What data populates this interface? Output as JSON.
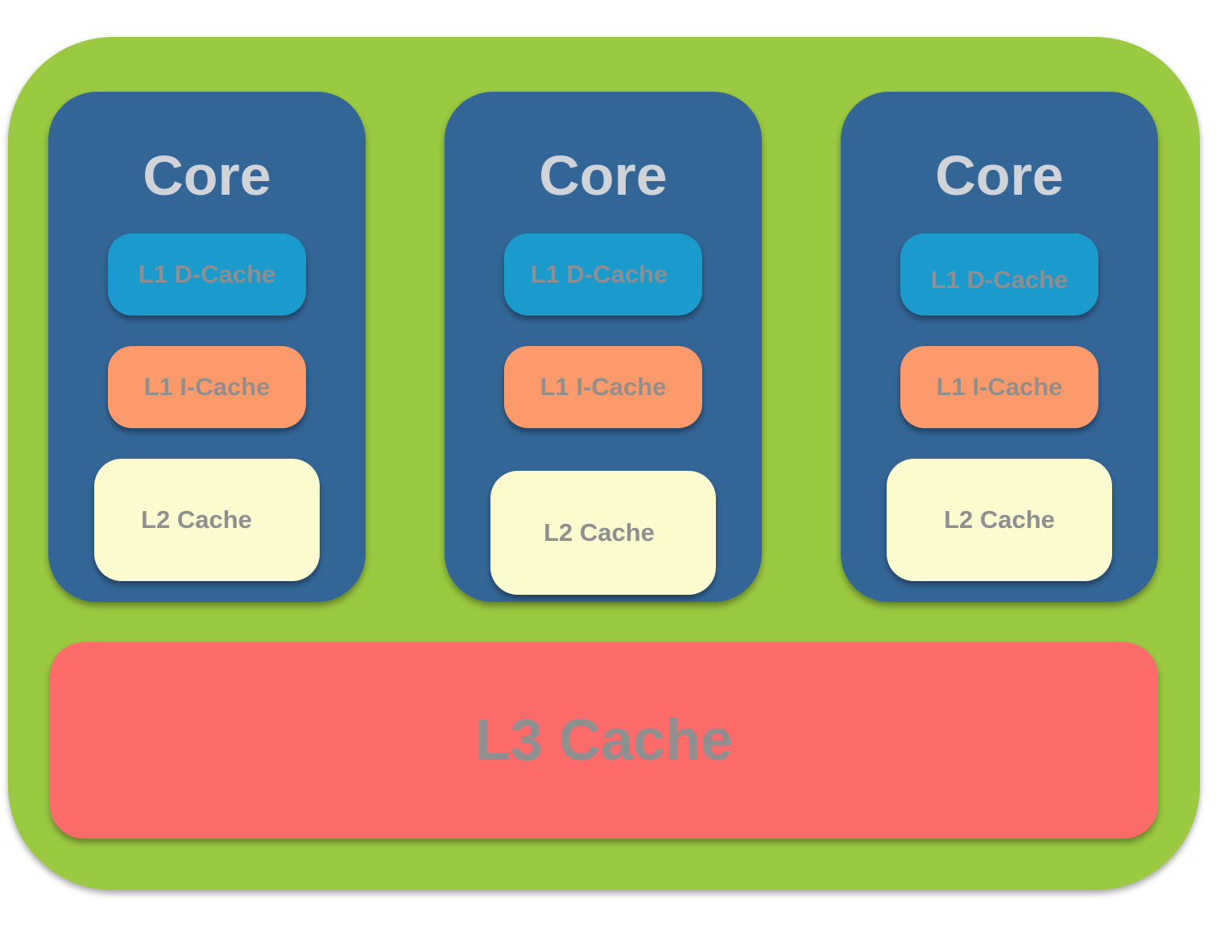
{
  "colors": {
    "chip": "#9bc941",
    "core": "#336596",
    "l1_dcache": "#1b9bcd",
    "l1_icache": "#fd9a6b",
    "l2_cache": "#fcfbd0",
    "l3_cache": "#fc6a6a",
    "core_text": "#d0d4d9",
    "block_text": "#8f8f8f"
  },
  "cores": [
    {
      "title": "Core",
      "l1_dcache": "L1 D-Cache",
      "l1_icache": "L1 I-Cache",
      "l2_cache": "L2 Cache"
    },
    {
      "title": "Core",
      "l1_dcache": "L1 D-Cache",
      "l1_icache": "L1 I-Cache",
      "l2_cache": "L2 Cache"
    },
    {
      "title": "Core",
      "l1_dcache": "L1 D-Cache",
      "l1_icache": "L1 I-Cache",
      "l2_cache": "L2 Cache"
    }
  ],
  "l3_cache": {
    "label": "L3 Cache"
  }
}
